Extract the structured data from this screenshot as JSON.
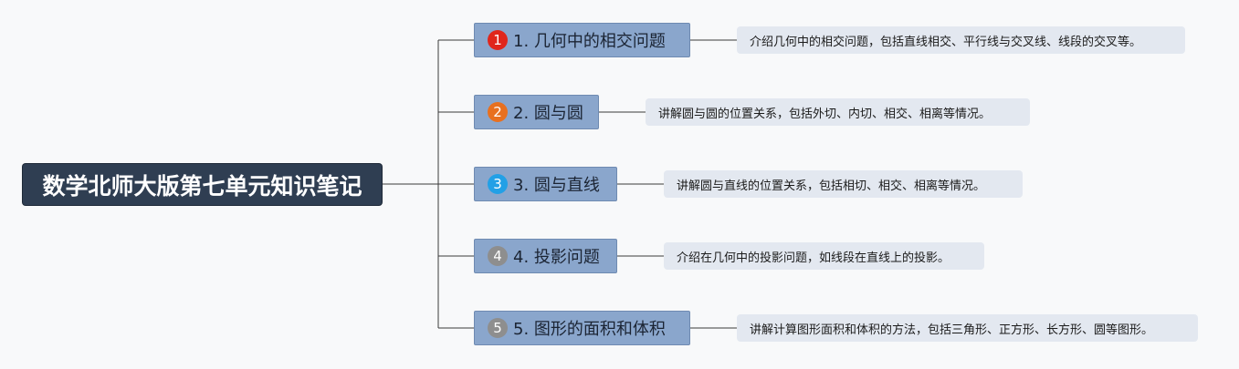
{
  "root": {
    "title": "数学北师大版第七单元知识笔记"
  },
  "topics": [
    {
      "number": "1",
      "label": "1. 几何中的相交问题",
      "note": "介绍几何中的相交问题，包括直线相交、平行线与交叉线、线段的交叉等。",
      "badge_color": "#e0261c"
    },
    {
      "number": "2",
      "label": "2. 圆与圆",
      "note": "讲解圆与圆的位置关系，包括外切、内切、相交、相离等情况。",
      "badge_color": "#e8701f"
    },
    {
      "number": "3",
      "label": "3. 圆与直线",
      "note": "讲解圆与直线的位置关系，包括相切、相交、相离等情况。",
      "badge_color": "#22a0e6"
    },
    {
      "number": "4",
      "label": "4. 投影问题",
      "note": "介绍在几何中的投影问题，如线段在直线上的投影。",
      "badge_color": "#8e8e8e"
    },
    {
      "number": "5",
      "label": "5. 图形的面积和体积",
      "note": "讲解计算图形面积和体积的方法，包括三角形、正方形、长方形、圆等图形。",
      "badge_color": "#8e8e8e"
    }
  ]
}
